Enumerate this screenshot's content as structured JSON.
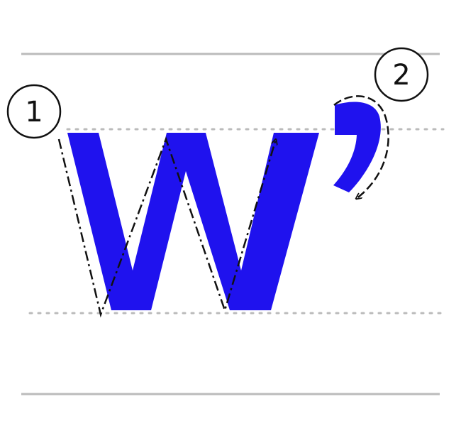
{
  "diagram": {
    "letter": "w",
    "mark": "’",
    "glyph_color": "#1f12ee",
    "guide_color": "#bbbbbb",
    "stroke_color": "#111111",
    "steps": [
      {
        "number": "1",
        "describes": "w"
      },
      {
        "number": "2",
        "describes": "’"
      }
    ]
  }
}
